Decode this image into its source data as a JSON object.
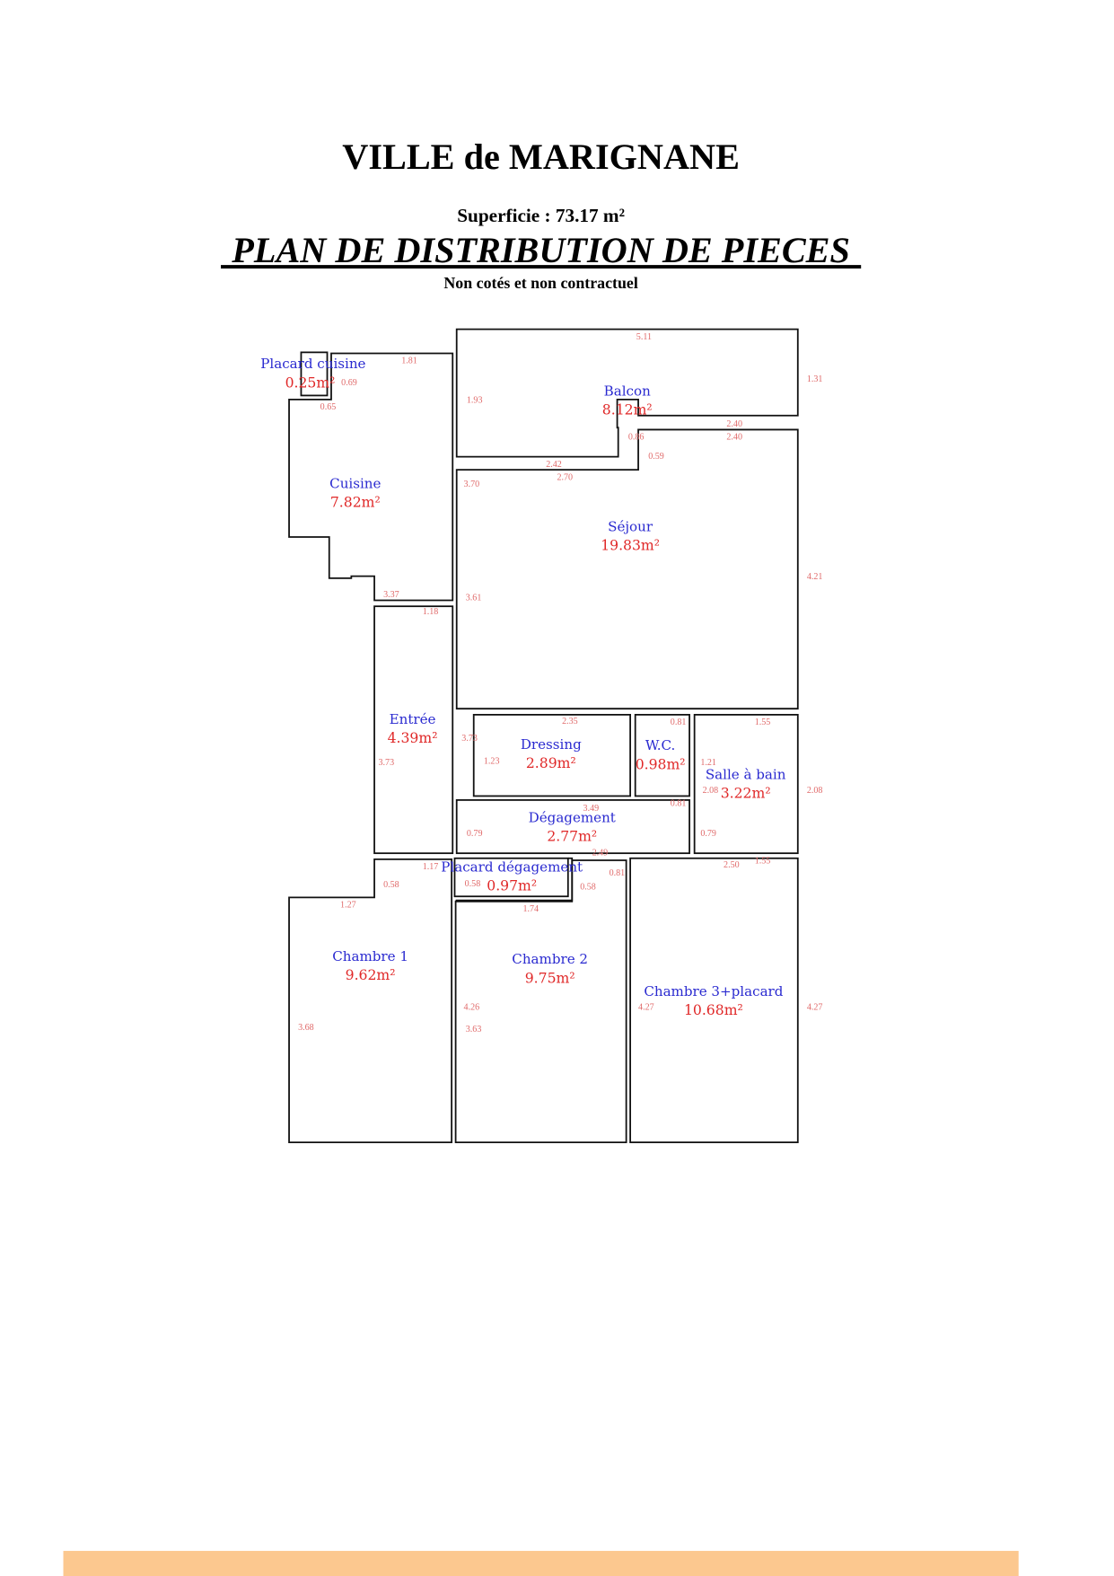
{
  "header": {
    "city": "VILLE de MARIGNANE",
    "surface": "Superficie : 73.17 m²",
    "title": "PLAN DE DISTRIBUTION DE PIECES",
    "disclaimer": "Non cotés et non contractuel"
  },
  "rooms": [
    {
      "name": "Placard cuisine",
      "area": "0.25m²"
    },
    {
      "name": "Cuisine",
      "area": "7.82m²"
    },
    {
      "name": "Balcon",
      "area": "8.12m²"
    },
    {
      "name": "Séjour",
      "area": "19.83m²"
    },
    {
      "name": "Entrée",
      "area": "4.39m²"
    },
    {
      "name": "Dressing",
      "area": "2.89m²"
    },
    {
      "name": "W.C.",
      "area": "0.98m²"
    },
    {
      "name": "Salle à bain",
      "area": "3.22m²"
    },
    {
      "name": "Dégagement",
      "area": "2.77m²"
    },
    {
      "name": "Placard dégagement",
      "area": "0.97m²"
    },
    {
      "name": "Chambre 1",
      "area": "9.62m²"
    },
    {
      "name": "Chambre 2",
      "area": "9.75m²"
    },
    {
      "name": "Chambre 3+placard",
      "area": "10.68m²"
    }
  ],
  "dimensions": [
    "1.81",
    "0.69",
    "0.65",
    "5.11",
    "1.31",
    "1.93",
    "2.40",
    "2.40",
    "0.86",
    "0.59",
    "2.42",
    "2.70",
    "3.70",
    "3.37",
    "3.61",
    "4.21",
    "1.18",
    "3.73",
    "3.73",
    "2.35",
    "1.23",
    "0.81",
    "1.21",
    "1.55",
    "2.08",
    "2.08",
    "3.49",
    "0.81",
    "0.79",
    "0.79",
    "1.17",
    "0.58",
    "0.58",
    "2.49",
    "0.81",
    "0.58",
    "1.74",
    "2.50",
    "1.55",
    "1.27",
    "4.26",
    "3.63",
    "4.27",
    "4.27",
    "3.68"
  ],
  "colors": {
    "room_name": "#2a2ad0",
    "room_area": "#e02828",
    "dimension": "#e06a6a",
    "footer_bar": "#fcc88f"
  }
}
